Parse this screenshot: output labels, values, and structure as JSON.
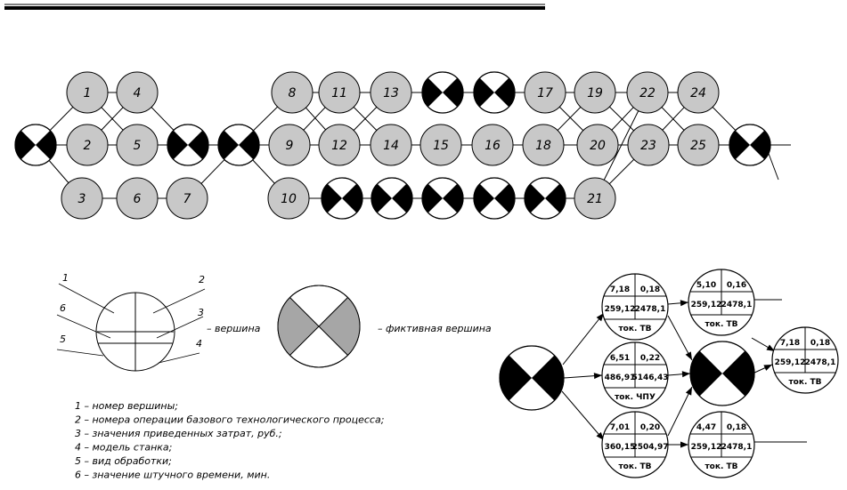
{
  "graph": {
    "numbered_nodes": [
      "1",
      "2",
      "3",
      "4",
      "5",
      "6",
      "7",
      "8",
      "9",
      "10",
      "11",
      "12",
      "13",
      "14",
      "15",
      "16",
      "17",
      "18",
      "19",
      "20",
      "21",
      "22",
      "23",
      "24",
      "25"
    ]
  },
  "legend": {
    "callout_numbers": [
      "1",
      "2",
      "3",
      "4",
      "5",
      "6"
    ],
    "vertex_label": "– вершина",
    "fictive_label": "– фиктивная вершина",
    "items": [
      "1 – номер вершины;",
      "2 – номера операции базового технологического процесса;",
      "3 – значения приведенных затрат, руб.;",
      "4 – модель станка;",
      "5 – вид обработки;",
      "6 – значение штучного времени, мин."
    ]
  },
  "example": {
    "nodes": [
      {
        "time": "7,18",
        "coef": "0,18",
        "cost": "259,12",
        "model": "2478,1",
        "type": "ток. ТВ"
      },
      {
        "time": "6,51",
        "coef": "0,22",
        "cost": "486,91",
        "model": "5146,43",
        "type": "ток. ЧПУ"
      },
      {
        "time": "7,01",
        "coef": "0,20",
        "cost": "360,15",
        "model": "2504,97",
        "type": "ток. ТВ"
      },
      {
        "time": "5,10",
        "coef": "0,16",
        "cost": "259,12",
        "model": "2478,1",
        "type": "ток. ТВ"
      },
      {
        "time": "4,47",
        "coef": "0,18",
        "cost": "259,12",
        "model": "2478,1",
        "type": "ток. ТВ"
      },
      {
        "time": "7,18",
        "coef": "0,18",
        "cost": "259,12",
        "model": "2478,1",
        "type": "ток. ТВ"
      }
    ]
  },
  "colors": {
    "node_fill": "#c8c8c8",
    "fictive_gray": "#a6a6a6",
    "ink": "#000000"
  }
}
